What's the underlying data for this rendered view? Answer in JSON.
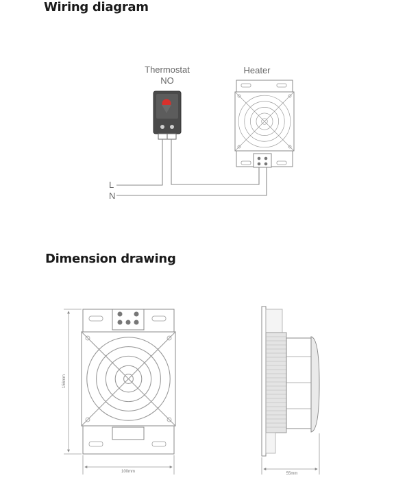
{
  "sections": {
    "wiring_title": "Wiring diagram",
    "dimension_title": "Dimension drawing"
  },
  "wiring": {
    "thermostat_label": "Thermostat",
    "thermostat_contact": "NO",
    "heater_label": "Heater",
    "line_label": "L",
    "neutral_label": "N"
  },
  "dimensions": {
    "height": "156mm",
    "width": "100mm",
    "depth": "55mm"
  },
  "colors": {
    "thermostat_body": "#4a4a4a",
    "indicator": "#d9302c",
    "line_art": "#8a8a8a"
  }
}
